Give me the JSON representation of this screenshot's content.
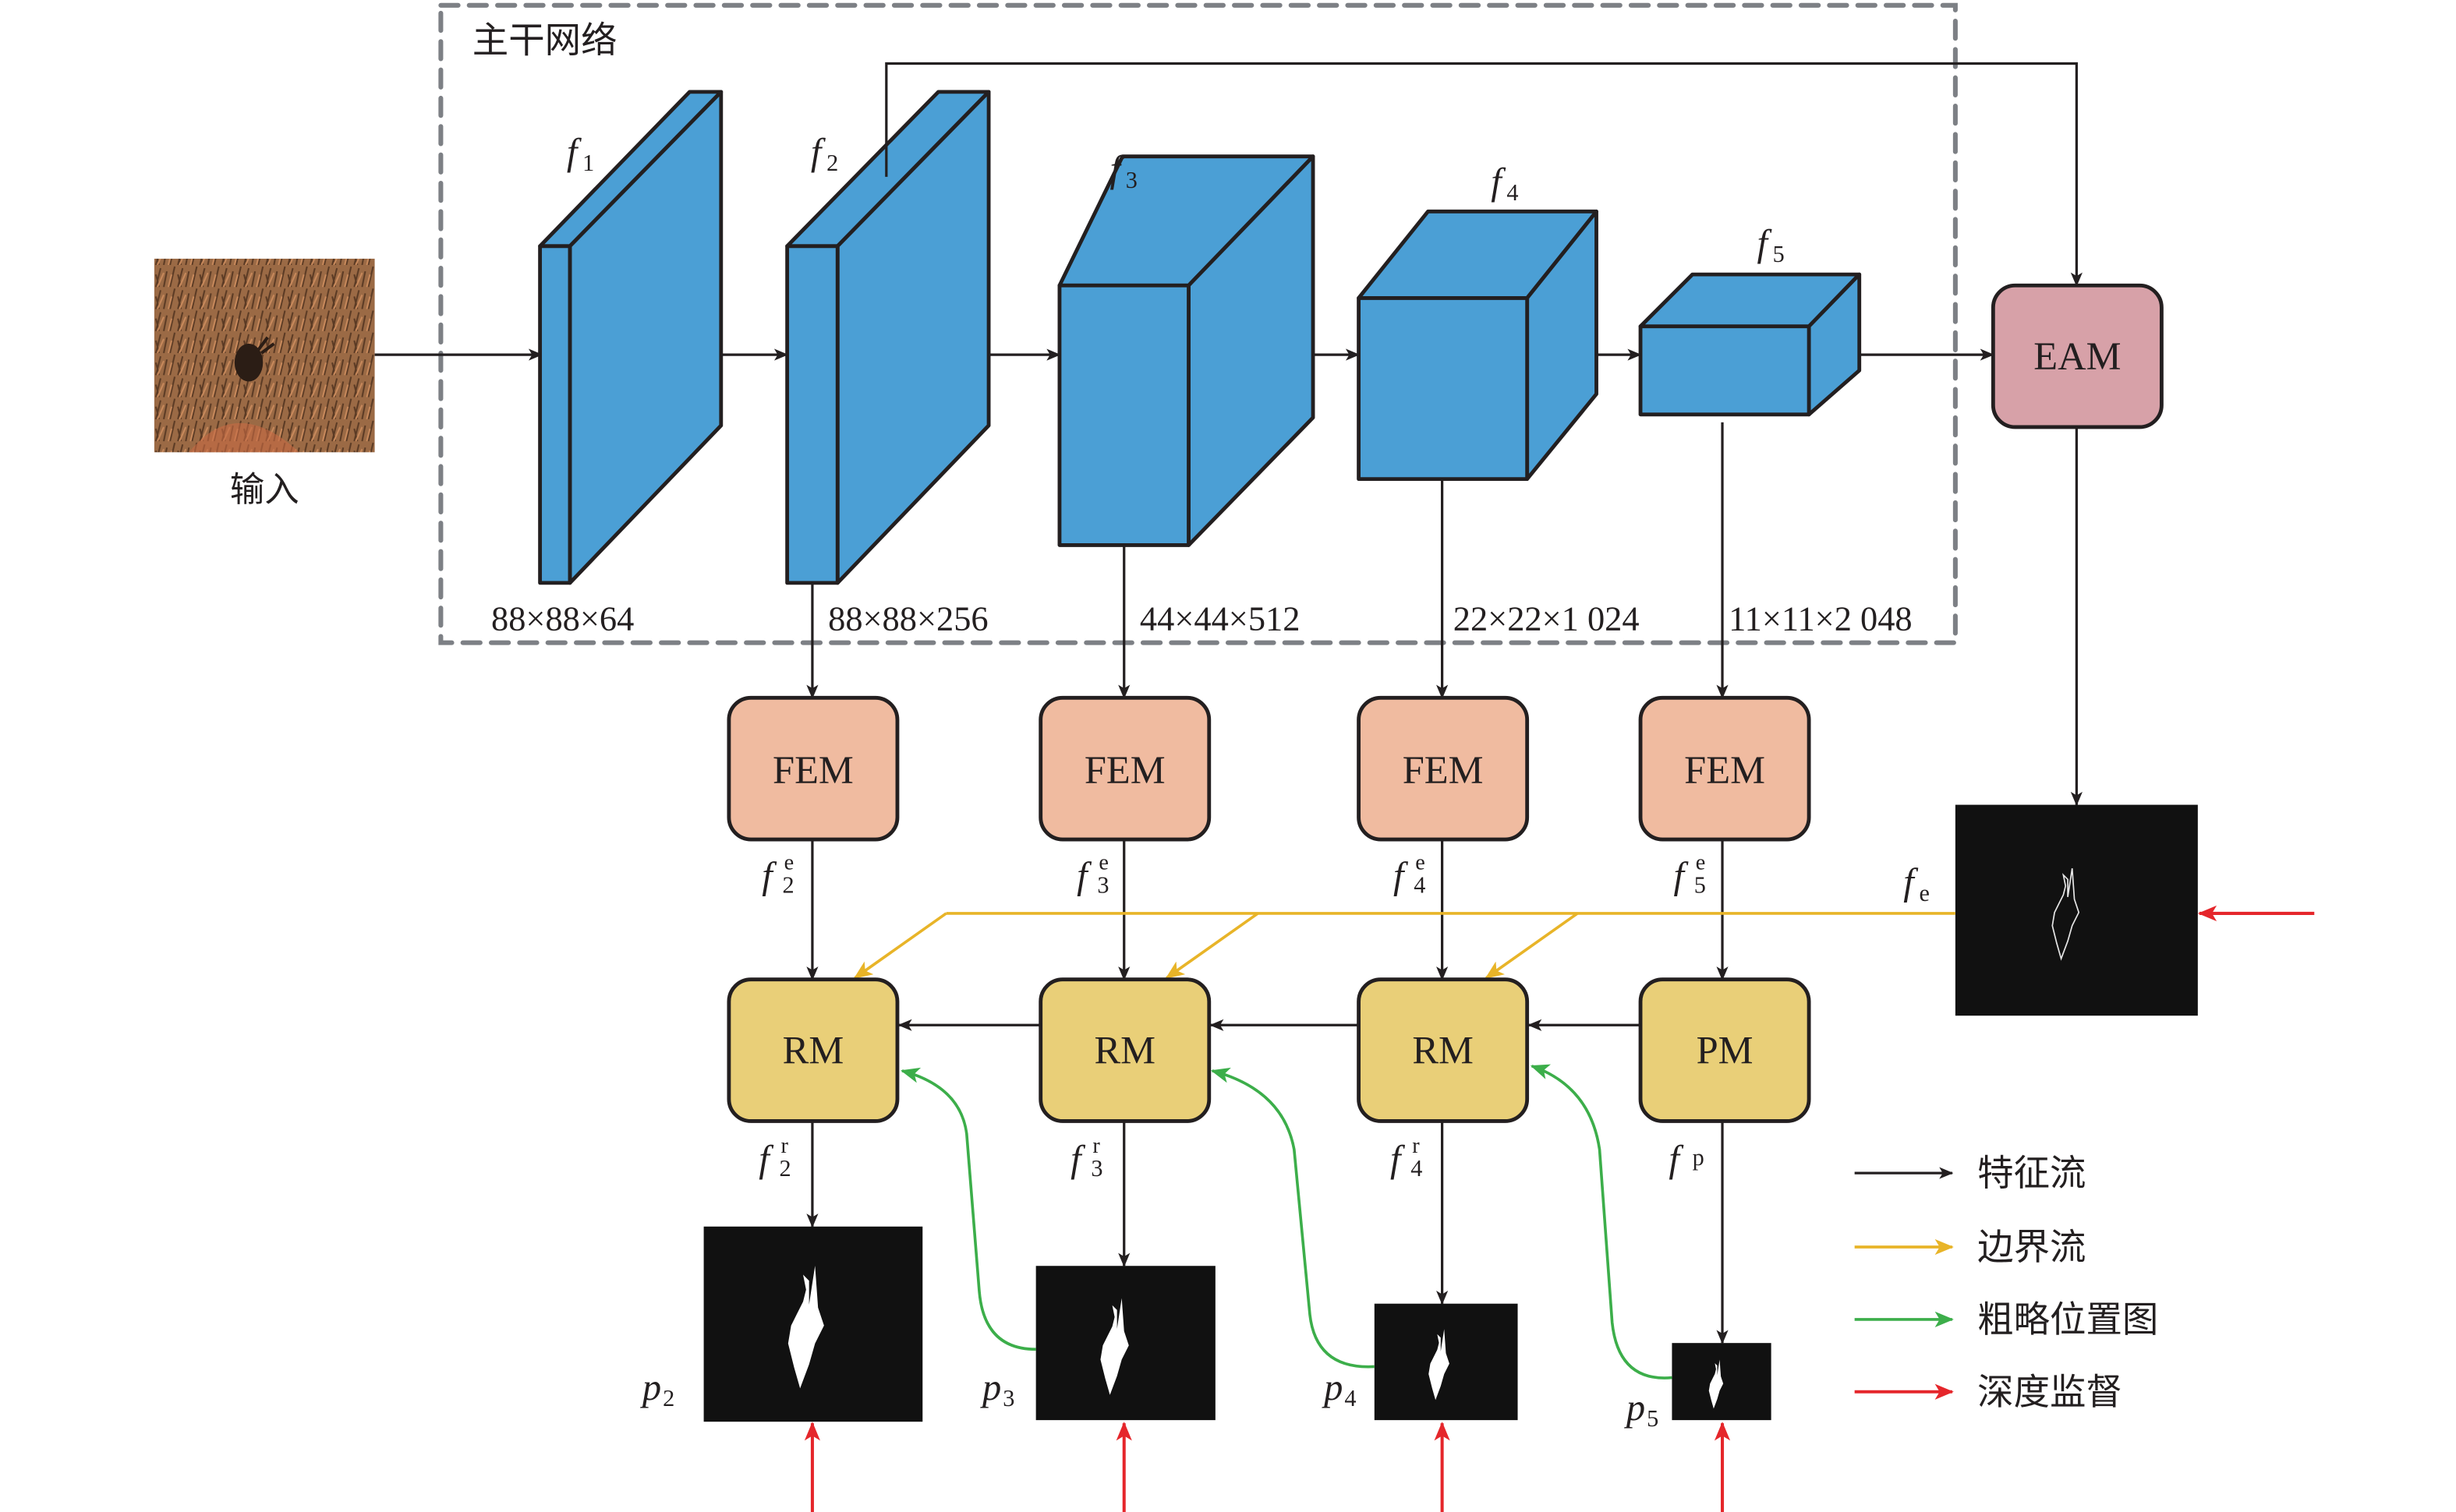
{
  "title": "主干网络",
  "input": {
    "label": "输入",
    "image": "camouflaged-deer-in-dry-grass"
  },
  "backbone": {
    "features": [
      {
        "name": "f",
        "sub": "1",
        "dims": "88×88×64"
      },
      {
        "name": "f",
        "sub": "2",
        "dims": "88×88×256"
      },
      {
        "name": "f",
        "sub": "3",
        "dims": "44×44×512"
      },
      {
        "name": "f",
        "sub": "4",
        "dims": "22×22×1 024"
      },
      {
        "name": "f",
        "sub": "5",
        "dims": "11×11×2 048"
      }
    ]
  },
  "modules": {
    "eam": "EAM",
    "fem": [
      "FEM",
      "FEM",
      "FEM",
      "FEM"
    ],
    "rm": [
      "RM",
      "RM",
      "RM"
    ],
    "pm": "PM"
  },
  "labels": {
    "fe_main": "f",
    "fe_sub": "e",
    "fem_out": [
      {
        "main": "f",
        "sup": "e",
        "sub": "2"
      },
      {
        "main": "f",
        "sup": "e",
        "sub": "3"
      },
      {
        "main": "f",
        "sup": "e",
        "sub": "4"
      },
      {
        "main": "f",
        "sup": "e",
        "sub": "5"
      }
    ],
    "rm_out": [
      {
        "main": "f",
        "sup": "r",
        "sub": "2"
      },
      {
        "main": "f",
        "sup": "r",
        "sub": "3"
      },
      {
        "main": "f",
        "sup": "r",
        "sub": "4"
      }
    ],
    "pm_out": {
      "main": "f",
      "sup": "p"
    },
    "preds": [
      {
        "main": "p",
        "sub": "2"
      },
      {
        "main": "p",
        "sub": "3"
      },
      {
        "main": "p",
        "sub": "4"
      },
      {
        "main": "p",
        "sub": "5"
      }
    ]
  },
  "legend": [
    {
      "label": "特征流",
      "color": "#231f20"
    },
    {
      "label": "边界流",
      "color": "#e8b428"
    },
    {
      "label": "粗略位置图",
      "color": "#3cae4a"
    },
    {
      "label": "深度监督",
      "color": "#e5262b"
    }
  ],
  "colors": {
    "cuboid": "#4b9fd5",
    "eam": "#d7a1a8",
    "fem": "#f0bba0",
    "rm_pm": "#e9cf78"
  }
}
